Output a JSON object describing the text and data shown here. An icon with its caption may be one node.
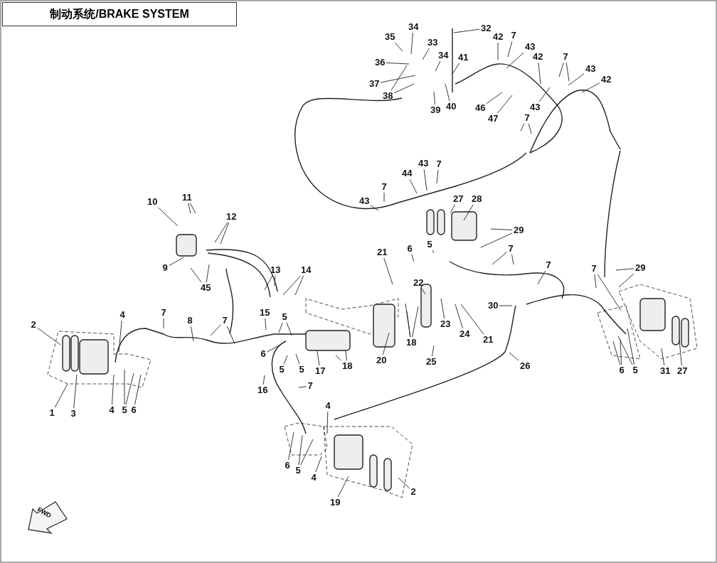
{
  "diagram": {
    "title": "制动系统/BRAKE SYSTEM",
    "nodes": [
      {
        "text": [
          "32"
        ]
      },
      {
        "text": [
          "34"
        ]
      },
      {
        "text": [
          "35"
        ]
      },
      {
        "text": [
          "33"
        ]
      },
      {
        "text": [
          "36"
        ]
      },
      {
        "text": [
          "37"
        ]
      },
      {
        "text": [
          "38"
        ]
      },
      {
        "text": [
          "34"
        ]
      },
      {
        "text": [
          "41"
        ]
      },
      {
        "text": [
          "39"
        ]
      },
      {
        "text": [
          "40"
        ]
      },
      {
        "text": [
          "42"
        ]
      },
      {
        "text": [
          "7"
        ]
      },
      {
        "text": [
          "43"
        ]
      },
      {
        "text": [
          "42"
        ]
      },
      {
        "text": [
          "7"
        ]
      },
      {
        "text": [
          "43"
        ]
      },
      {
        "text": [
          "42"
        ]
      },
      {
        "text": [
          "43"
        ]
      },
      {
        "text": [
          "46"
        ]
      },
      {
        "text": [
          "47"
        ]
      },
      {
        "text": [
          "7"
        ]
      },
      {
        "text": [
          "43"
        ]
      },
      {
        "text": [
          "7"
        ]
      },
      {
        "text": [
          "44"
        ]
      },
      {
        "text": [
          "7"
        ]
      },
      {
        "text": [
          "43"
        ]
      },
      {
        "text": [
          "11"
        ]
      },
      {
        "text": [
          "10"
        ]
      },
      {
        "text": [
          "12"
        ]
      },
      {
        "text": [
          "9"
        ]
      },
      {
        "text": [
          "45"
        ]
      },
      {
        "text": [
          "13"
        ]
      },
      {
        "text": [
          "14"
        ]
      },
      {
        "text": [
          "15"
        ]
      },
      {
        "text": [
          "5"
        ]
      },
      {
        "text": [
          "27"
        ]
      },
      {
        "text": [
          "28"
        ]
      },
      {
        "text": [
          "29"
        ]
      },
      {
        "text": [
          "21"
        ]
      },
      {
        "text": [
          "6"
        ]
      },
      {
        "text": [
          "5"
        ]
      },
      {
        "text": [
          "7"
        ]
      },
      {
        "text": [
          "22"
        ]
      },
      {
        "text": [
          "7"
        ]
      },
      {
        "text": [
          "7"
        ]
      },
      {
        "text": [
          "29"
        ]
      },
      {
        "text": [
          "2"
        ]
      },
      {
        "text": [
          "4"
        ]
      },
      {
        "text": [
          "7"
        ]
      },
      {
        "text": [
          "8"
        ]
      },
      {
        "text": [
          "7"
        ]
      },
      {
        "text": [
          "23"
        ]
      },
      {
        "text": [
          "24"
        ]
      },
      {
        "text": [
          "21"
        ]
      },
      {
        "text": [
          "18"
        ]
      },
      {
        "text": [
          "30"
        ]
      },
      {
        "text": [
          "6"
        ]
      },
      {
        "text": [
          "5"
        ]
      },
      {
        "text": [
          "5"
        ]
      },
      {
        "text": [
          "17"
        ]
      },
      {
        "text": [
          "18"
        ]
      },
      {
        "text": [
          "20"
        ]
      },
      {
        "text": [
          "25"
        ]
      },
      {
        "text": [
          "26"
        ]
      },
      {
        "text": [
          "6"
        ]
      },
      {
        "text": [
          "5"
        ]
      },
      {
        "text": [
          "31"
        ]
      },
      {
        "text": [
          "27"
        ]
      },
      {
        "text": [
          "16"
        ]
      },
      {
        "text": [
          "7"
        ]
      },
      {
        "text": [
          "4"
        ]
      },
      {
        "text": [
          "4"
        ]
      },
      {
        "text": [
          "5"
        ]
      },
      {
        "text": [
          "6"
        ]
      },
      {
        "text": [
          "1"
        ]
      },
      {
        "text": [
          "3"
        ]
      },
      {
        "text": [
          "6"
        ]
      },
      {
        "text": [
          "5"
        ]
      },
      {
        "text": [
          "4"
        ]
      },
      {
        "text": [
          "2"
        ]
      },
      {
        "text": [
          "19"
        ]
      }
    ],
    "edges": [
      {
        "from": 0,
        "to": null,
        "arrow": "none"
      },
      {
        "from": 1,
        "to": null,
        "arrow": "none"
      },
      {
        "from": 2,
        "to": null,
        "arrow": "none"
      },
      {
        "from": 3,
        "to": null,
        "arrow": "none"
      },
      {
        "from": 4,
        "to": null,
        "arrow": "none"
      },
      {
        "from": 5,
        "to": null,
        "arrow": "none"
      },
      {
        "from": 6,
        "to": null,
        "arrow": "none"
      },
      {
        "from": 6,
        "to": null,
        "arrow": "none"
      },
      {
        "from": 7,
        "to": null,
        "arrow": "none"
      },
      {
        "from": 8,
        "to": null,
        "arrow": "none"
      },
      {
        "from": 9,
        "to": null,
        "arrow": "none"
      },
      {
        "from": 10,
        "to": null,
        "arrow": "none"
      },
      {
        "from": 11,
        "to": null,
        "arrow": "none"
      },
      {
        "from": 12,
        "to": null,
        "arrow": "none"
      },
      {
        "from": 13,
        "to": null,
        "arrow": "none"
      },
      {
        "from": 14,
        "to": null,
        "arrow": "none"
      },
      {
        "from": 15,
        "to": null,
        "arrow": "none"
      },
      {
        "from": 15,
        "to": null,
        "arrow": "none"
      },
      {
        "from": 16,
        "to": null,
        "arrow": "none"
      },
      {
        "from": 17,
        "to": null,
        "arrow": "none"
      },
      {
        "from": 18,
        "to": null,
        "arrow": "none"
      },
      {
        "from": 19,
        "to": null,
        "arrow": "none"
      },
      {
        "from": 20,
        "to": null,
        "arrow": "none"
      },
      {
        "from": 21,
        "to": null,
        "arrow": "none"
      },
      {
        "from": 21,
        "to": null,
        "arrow": "none"
      },
      {
        "from": 22,
        "to": null,
        "arrow": "none"
      },
      {
        "from": 23,
        "to": null,
        "arrow": "none"
      },
      {
        "from": 24,
        "to": null,
        "arrow": "none"
      },
      {
        "from": 25,
        "to": null,
        "arrow": "none"
      },
      {
        "from": 26,
        "to": null,
        "arrow": "none"
      },
      {
        "from": 27,
        "to": null,
        "arrow": "none"
      },
      {
        "from": 27,
        "to": null,
        "arrow": "none"
      },
      {
        "from": 28,
        "to": null,
        "arrow": "none"
      },
      {
        "from": 29,
        "to": null,
        "arrow": "none"
      },
      {
        "from": 29,
        "to": null,
        "arrow": "none"
      },
      {
        "from": 30,
        "to": null,
        "arrow": "none"
      },
      {
        "from": 31,
        "to": null,
        "arrow": "none"
      },
      {
        "from": 31,
        "to": null,
        "arrow": "none"
      },
      {
        "from": 32,
        "to": null,
        "arrow": "none"
      },
      {
        "from": 32,
        "to": null,
        "arrow": "none"
      },
      {
        "from": 33,
        "to": null,
        "arrow": "none"
      },
      {
        "from": 33,
        "to": null,
        "arrow": "none"
      },
      {
        "from": 34,
        "to": null,
        "arrow": "none"
      },
      {
        "from": 35,
        "to": null,
        "arrow": "none"
      },
      {
        "from": 35,
        "to": null,
        "arrow": "none"
      },
      {
        "from": 36,
        "to": null,
        "arrow": "none"
      },
      {
        "from": 37,
        "to": null,
        "arrow": "none"
      },
      {
        "from": 38,
        "to": null,
        "arrow": "none"
      },
      {
        "from": 38,
        "to": null,
        "arrow": "none"
      },
      {
        "from": 39,
        "to": null,
        "arrow": "none"
      },
      {
        "from": 40,
        "to": null,
        "arrow": "none"
      },
      {
        "from": 41,
        "to": null,
        "arrow": "none"
      },
      {
        "from": 42,
        "to": null,
        "arrow": "none"
      },
      {
        "from": 42,
        "to": null,
        "arrow": "none"
      },
      {
        "from": 43,
        "to": null,
        "arrow": "none"
      },
      {
        "from": 44,
        "to": null,
        "arrow": "none"
      },
      {
        "from": 45,
        "to": null,
        "arrow": "none"
      },
      {
        "from": 45,
        "to": null,
        "arrow": "none"
      },
      {
        "from": 46,
        "to": null,
        "arrow": "none"
      },
      {
        "from": 46,
        "to": null,
        "arrow": "none"
      },
      {
        "from": 47,
        "to": null,
        "arrow": "none"
      },
      {
        "from": 48,
        "to": null,
        "arrow": "none"
      },
      {
        "from": 49,
        "to": null,
        "arrow": "none"
      },
      {
        "from": 50,
        "to": null,
        "arrow": "none"
      },
      {
        "from": 51,
        "to": null,
        "arrow": "none"
      },
      {
        "from": 51,
        "to": null,
        "arrow": "none"
      },
      {
        "from": 52,
        "to": null,
        "arrow": "none"
      },
      {
        "from": 53,
        "to": null,
        "arrow": "none"
      },
      {
        "from": 54,
        "to": null,
        "arrow": "none"
      },
      {
        "from": 55,
        "to": null,
        "arrow": "none"
      },
      {
        "from": 55,
        "to": null,
        "arrow": "none"
      },
      {
        "from": 55,
        "to": null,
        "arrow": "none"
      },
      {
        "from": 56,
        "to": null,
        "arrow": "none"
      },
      {
        "from": 57,
        "to": null,
        "arrow": "none"
      },
      {
        "from": 58,
        "to": null,
        "arrow": "none"
      },
      {
        "from": 59,
        "to": null,
        "arrow": "none"
      },
      {
        "from": 60,
        "to": null,
        "arrow": "none"
      },
      {
        "from": 61,
        "to": null,
        "arrow": "none"
      },
      {
        "from": 61,
        "to": null,
        "arrow": "none"
      },
      {
        "from": 62,
        "to": null,
        "arrow": "none"
      },
      {
        "from": 63,
        "to": null,
        "arrow": "none"
      },
      {
        "from": 64,
        "to": null,
        "arrow": "none"
      },
      {
        "from": 65,
        "to": null,
        "arrow": "none"
      },
      {
        "from": 65,
        "to": null,
        "arrow": "none"
      },
      {
        "from": 66,
        "to": null,
        "arrow": "none"
      },
      {
        "from": 66,
        "to": null,
        "arrow": "none"
      },
      {
        "from": 67,
        "to": null,
        "arrow": "none"
      },
      {
        "from": 68,
        "to": null,
        "arrow": "none"
      },
      {
        "from": 69,
        "to": null,
        "arrow": "none"
      },
      {
        "from": 70,
        "to": null,
        "arrow": "none"
      },
      {
        "from": 71,
        "to": null,
        "arrow": "none"
      },
      {
        "from": 72,
        "to": null,
        "arrow": "none"
      },
      {
        "from": 73,
        "to": null,
        "arrow": "none"
      },
      {
        "from": 73,
        "to": null,
        "arrow": "none"
      },
      {
        "from": 74,
        "to": null,
        "arrow": "none"
      },
      {
        "from": 75,
        "to": null,
        "arrow": "none"
      },
      {
        "from": 76,
        "to": null,
        "arrow": "none"
      },
      {
        "from": 77,
        "to": null,
        "arrow": "none"
      },
      {
        "from": 78,
        "to": null,
        "arrow": "none"
      },
      {
        "from": 78,
        "to": null,
        "arrow": "none"
      },
      {
        "from": 79,
        "to": null,
        "arrow": "none"
      },
      {
        "from": 80,
        "to": null,
        "arrow": "none"
      },
      {
        "from": 81,
        "to": null,
        "arrow": "none"
      }
    ],
    "labels": [
      "FWD"
    ]
  }
}
